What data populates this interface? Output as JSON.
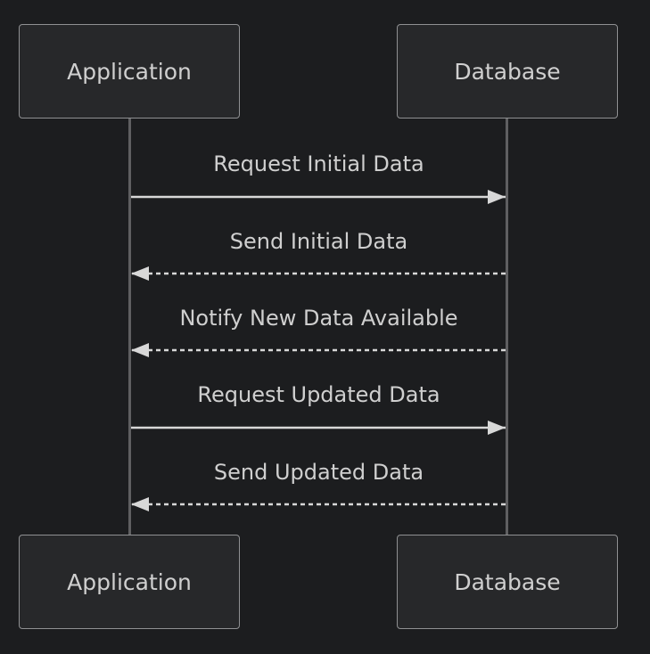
{
  "diagram": {
    "participants": [
      {
        "id": "application",
        "label": "Application"
      },
      {
        "id": "database",
        "label": "Database"
      }
    ],
    "messages": [
      {
        "label": "Request Initial Data",
        "from": "Application",
        "to": "Database",
        "style": "solid"
      },
      {
        "label": "Send Initial Data",
        "from": "Database",
        "to": "Application",
        "style": "dashed"
      },
      {
        "label": "Notify New Data Available",
        "from": "Database",
        "to": "Application",
        "style": "dashed"
      },
      {
        "label": "Request Updated Data",
        "from": "Application",
        "to": "Database",
        "style": "solid"
      },
      {
        "label": "Send Updated Data",
        "from": "Database",
        "to": "Application",
        "style": "dashed"
      }
    ]
  },
  "colors": {
    "background": "#1c1d1f",
    "box_fill": "#27282a",
    "box_border": "#8f9092",
    "text": "#cfcfcf",
    "lifeline": "#5f5f61",
    "arrow": "#d8d8d8"
  }
}
